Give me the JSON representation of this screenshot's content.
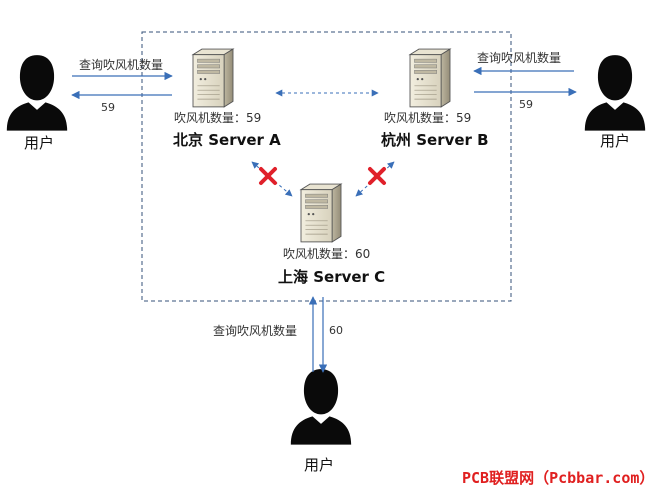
{
  "servers": {
    "a": {
      "label": "北京 Server A",
      "count_text": "吹风机数量：59"
    },
    "b": {
      "label": "杭州 Server B",
      "count_text": "吹风机数量：59"
    },
    "c": {
      "label": "上海 Server C",
      "count_text": "吹风机数量：60"
    }
  },
  "users": {
    "left": {
      "label": "用户",
      "query": "查询吹风机数量",
      "reply": "59"
    },
    "right": {
      "label": "用户",
      "query": "查询吹风机数量",
      "reply": "59"
    },
    "bottom": {
      "label": "用户",
      "query": "查询吹风机数量",
      "reply": "60"
    }
  },
  "watermark": "PCB联盟网（Pcbbar.com）",
  "colors": {
    "arrow": "#3a6fb8",
    "dashed_box": "#34527a",
    "cross": "#e0202a",
    "user": "#0a0a0a"
  },
  "icons": [
    "server-icon",
    "user-icon",
    "cross-icon"
  ]
}
